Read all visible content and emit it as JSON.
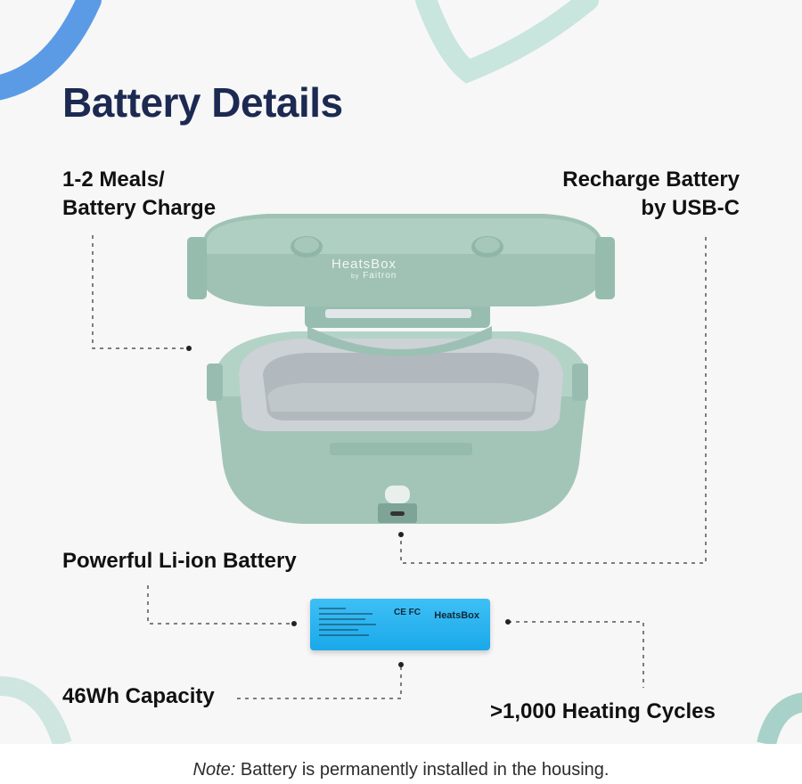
{
  "title": "Battery Details",
  "features": {
    "meals_line1": "1-2 Meals/",
    "meals_line2": "Battery Charge",
    "recharge_line1": "Recharge Battery",
    "recharge_line2": "by USB-C",
    "battery_type": "Powerful Li-ion Battery",
    "capacity": "46Wh Capacity",
    "cycles": ">1,000 Heating Cycles"
  },
  "product": {
    "lid_logo": "HeatsBox",
    "lid_logo_by": "by",
    "lid_logo_maker": "Faitron",
    "battery_label": "HeatsBox",
    "battery_cert": "CE FC"
  },
  "note": {
    "prefix": "Note:",
    "text": " Battery is permanently installed in the housing."
  },
  "colors": {
    "title": "#1c2a52",
    "box_body": "#a3c5b8",
    "box_lid": "#9fc2b4",
    "battery": "#22aeee",
    "deco_blue": "#5b9be6",
    "deco_teal": "#bfe0d9"
  }
}
